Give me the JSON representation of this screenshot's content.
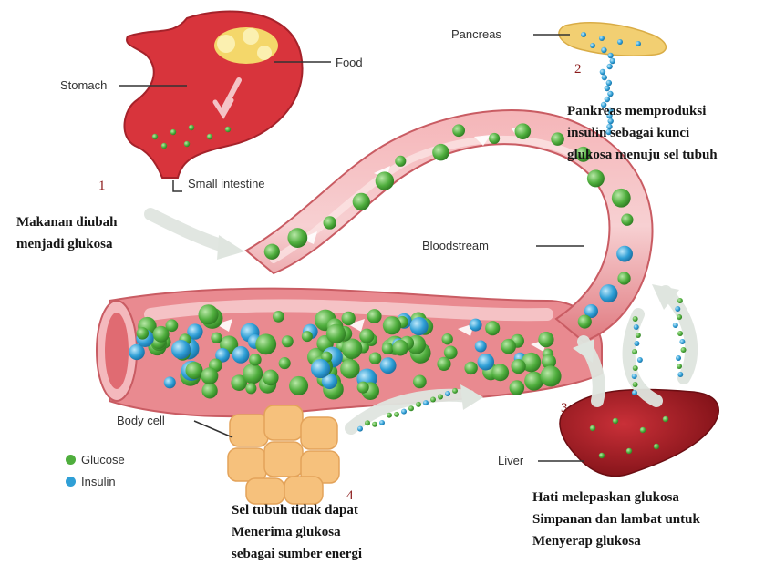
{
  "labels": {
    "stomach": "Stomach",
    "food": "Food",
    "small_intestine": "Small intestine",
    "pancreas": "Pancreas",
    "bloodstream": "Bloodstream",
    "body_cell": "Body cell",
    "liver": "Liver"
  },
  "steps": {
    "one": "1",
    "two": "2",
    "three": "3",
    "four": "4"
  },
  "captions": {
    "step1": [
      "Makanan diubah",
      "menjadi glukosa"
    ],
    "step2": [
      "Pankreas memproduksi",
      "insulin sebagai kunci",
      "glukosa menuju sel tubuh"
    ],
    "step3": [
      "Hati melepaskan glukosa",
      "Simpanan dan lambat untuk",
      "Menyerap glukosa"
    ],
    "step4": [
      "Sel tubuh tidak dapat",
      "Menerima glukosa",
      "sebagai sumber energi"
    ]
  },
  "legend": {
    "glucose": "Glucose",
    "insulin": "Insulin"
  },
  "colors": {
    "glucose": "#4fae3d",
    "insulin": "#2f9fd6",
    "vessel": "#e88a8f",
    "organ": "#d8343c",
    "liver": "#a61d24",
    "pancreas": "#f2cf72",
    "cell": "#f6c17c"
  },
  "icons": [
    "glucose-dot-icon",
    "insulin-dot-icon",
    "flow-arrow-icon"
  ]
}
